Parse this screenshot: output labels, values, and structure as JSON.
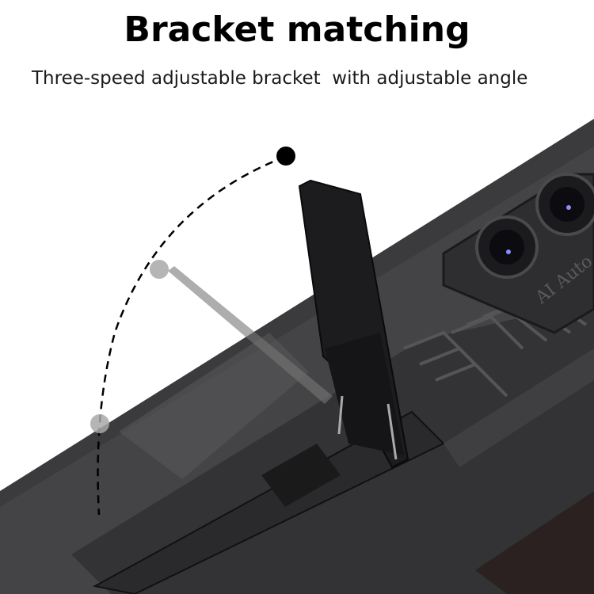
{
  "header": {
    "title": "Bracket matching",
    "subtitle": "Three-speed adjustable bracket  with adjustable angle"
  },
  "product": {
    "camera_text": "AI Auto",
    "description": "Black phone case with kickstand shown in three positions along a dashed angle arc",
    "stand_positions": 3
  },
  "colors": {
    "case": "#3a3a3c",
    "case_dark": "#1e1e20",
    "stand": "#1a1a1a",
    "arc": "#000000",
    "marker_ghost": "#a0a0a0"
  }
}
